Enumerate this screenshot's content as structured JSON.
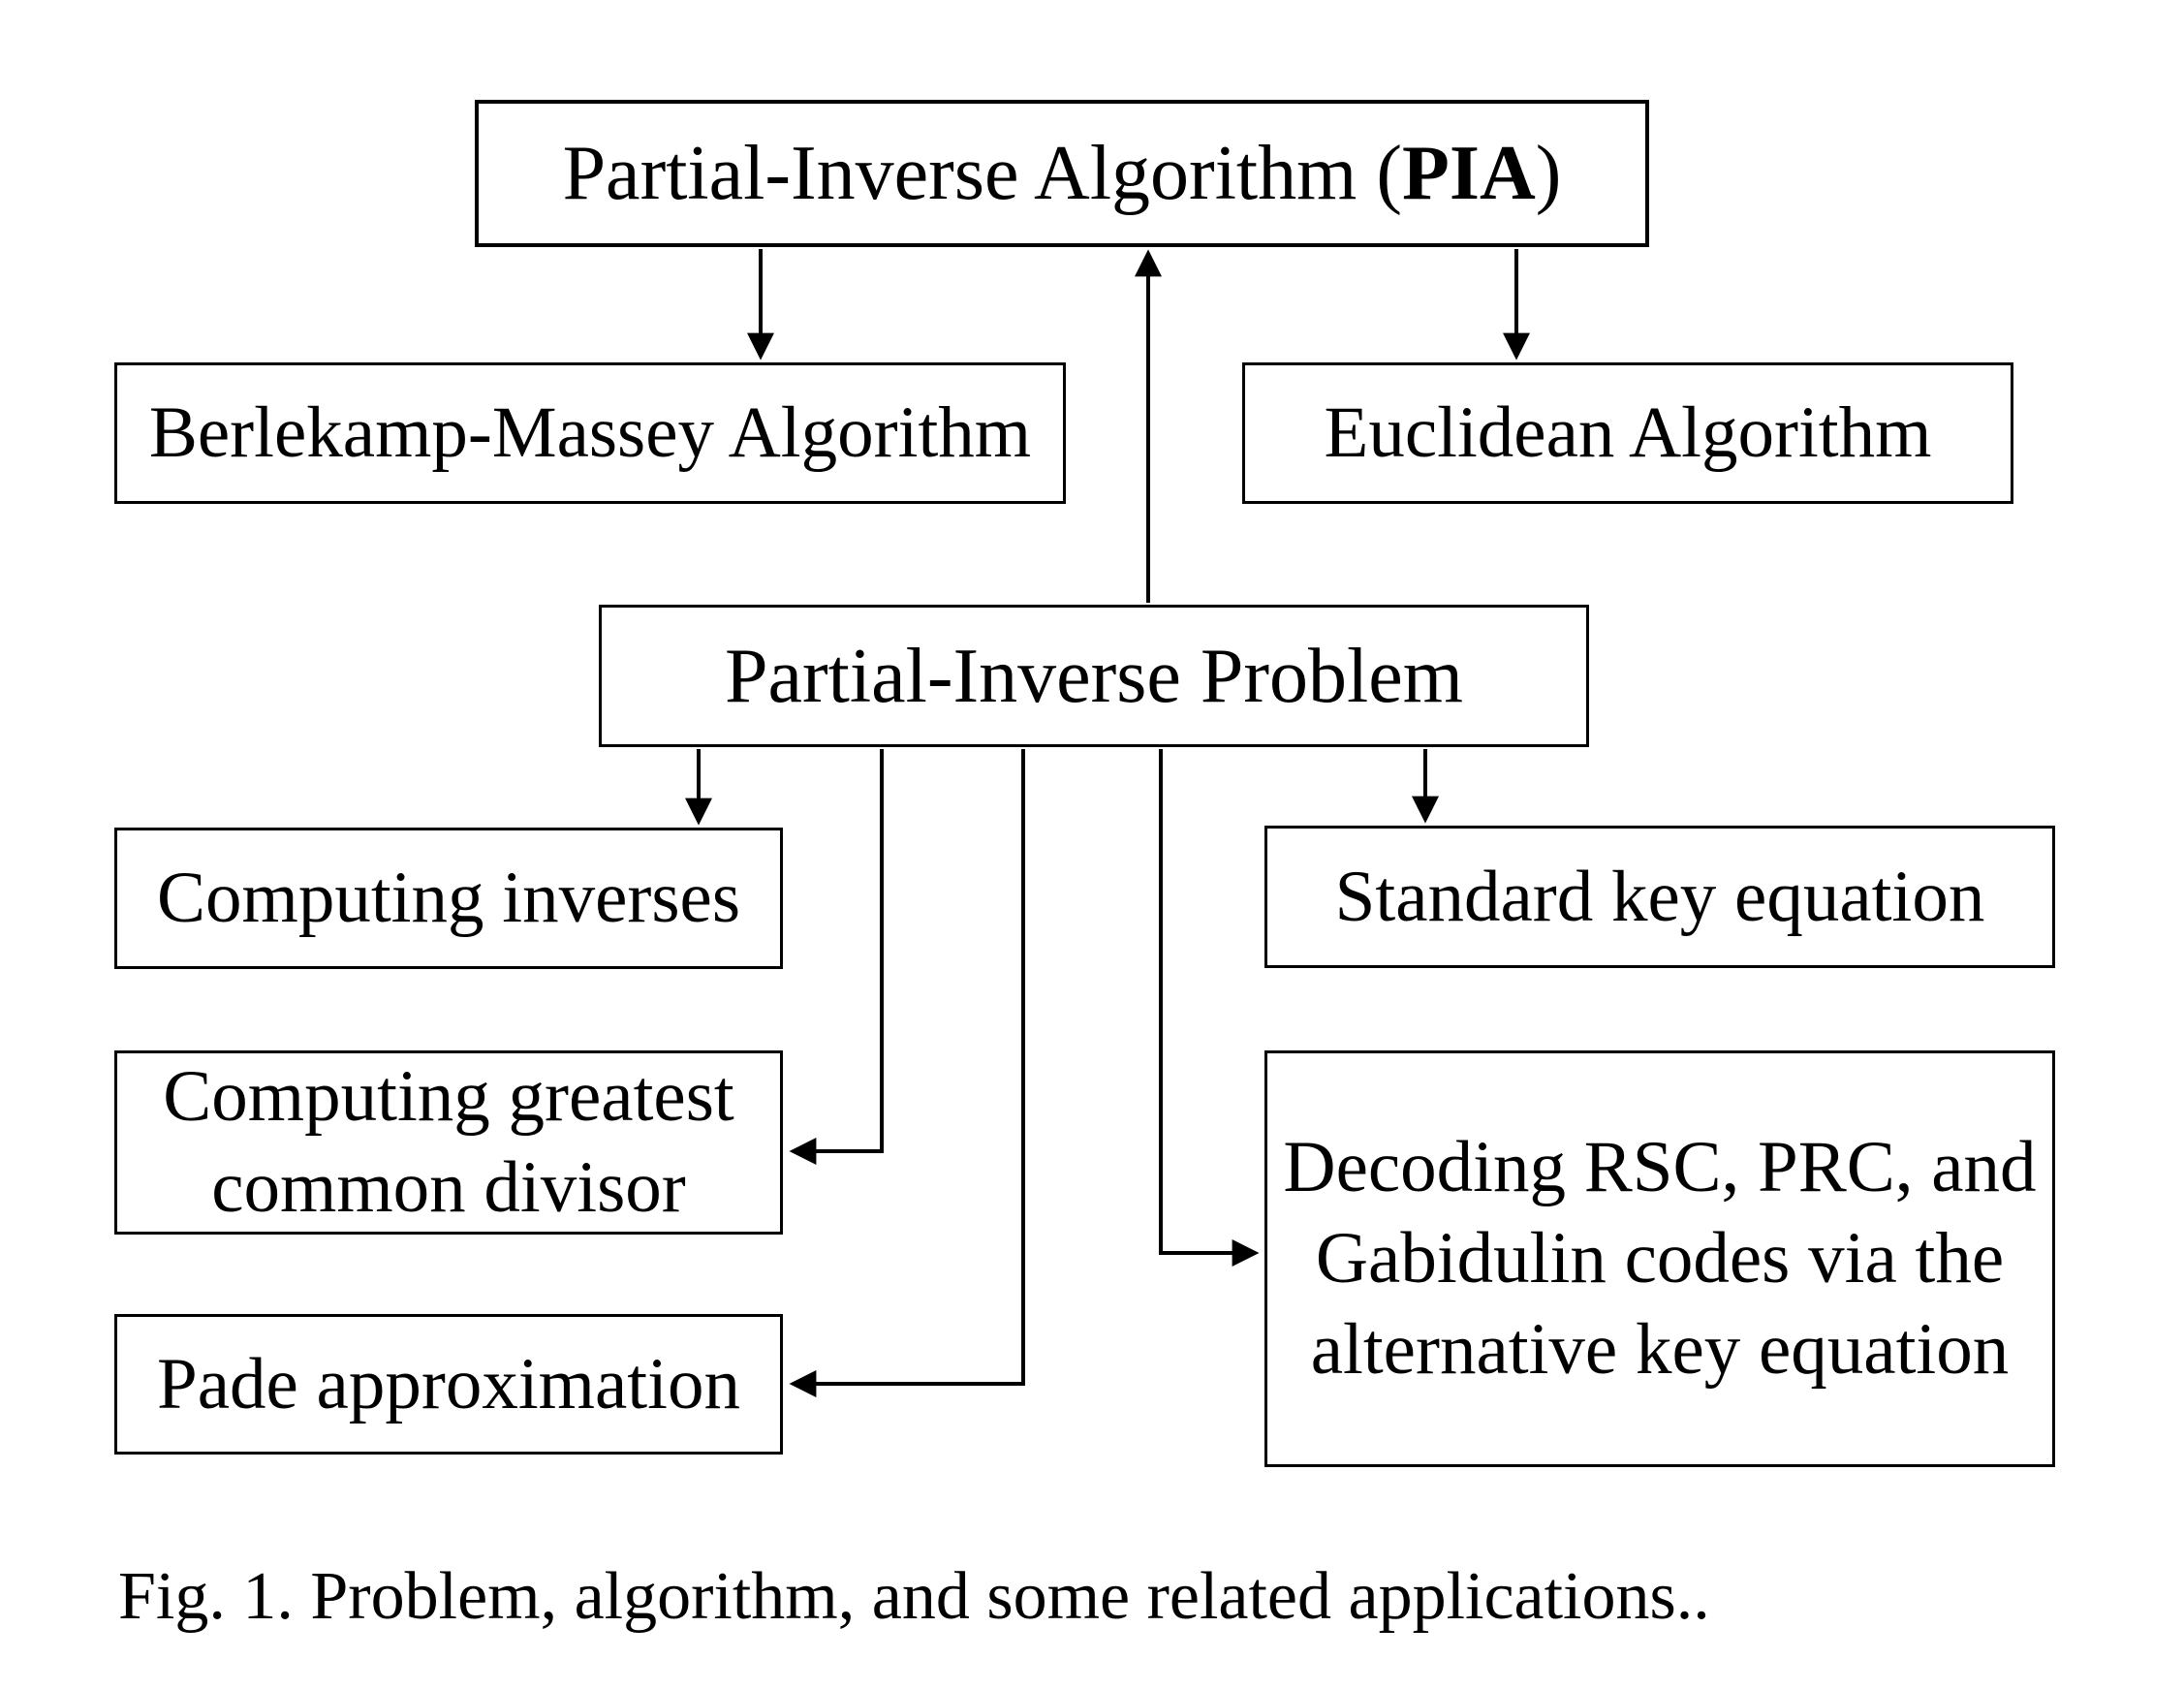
{
  "figure": {
    "caption": "Fig. 1. Problem, algorithm, and some related applications..",
    "colors": {
      "line": "#000000",
      "background": "#ffffff",
      "text": "#000000"
    }
  },
  "nodes": {
    "pia": {
      "prefix": "Partial-Inverse Algorithm (",
      "bold": "PIA",
      "suffix": ")"
    },
    "berlekamp": {
      "label": "Berlekamp-Massey Algorithm"
    },
    "euclidean": {
      "label": "Euclidean Algorithm"
    },
    "problem": {
      "label": "Partial-Inverse Problem"
    },
    "inverses": {
      "label": "Computing inverses"
    },
    "standard_key": {
      "label": "Standard key equation"
    },
    "gcd": {
      "label": "Computing greatest\ncommon divisor"
    },
    "decoding": {
      "label": "Decoding RSC, PRC, and\nGabidulin codes via the\nalternative key equation"
    },
    "pade": {
      "label": "Pade approximation"
    }
  },
  "edges": [
    {
      "from": "Partial-Inverse Algorithm (PIA)",
      "to": "Berlekamp-Massey Algorithm"
    },
    {
      "from": "Partial-Inverse Algorithm (PIA)",
      "to": "Euclidean Algorithm"
    },
    {
      "from": "Partial-Inverse Problem",
      "to": "Partial-Inverse Algorithm (PIA)"
    },
    {
      "from": "Partial-Inverse Problem",
      "to": "Computing inverses"
    },
    {
      "from": "Partial-Inverse Problem",
      "to": "Standard key equation"
    },
    {
      "from": "Partial-Inverse Problem",
      "to": "Computing greatest common divisor"
    },
    {
      "from": "Partial-Inverse Problem",
      "to": "Pade approximation"
    },
    {
      "from": "Partial-Inverse Problem",
      "to": "Decoding RSC, PRC, and Gabidulin codes via the alternative key equation"
    }
  ]
}
